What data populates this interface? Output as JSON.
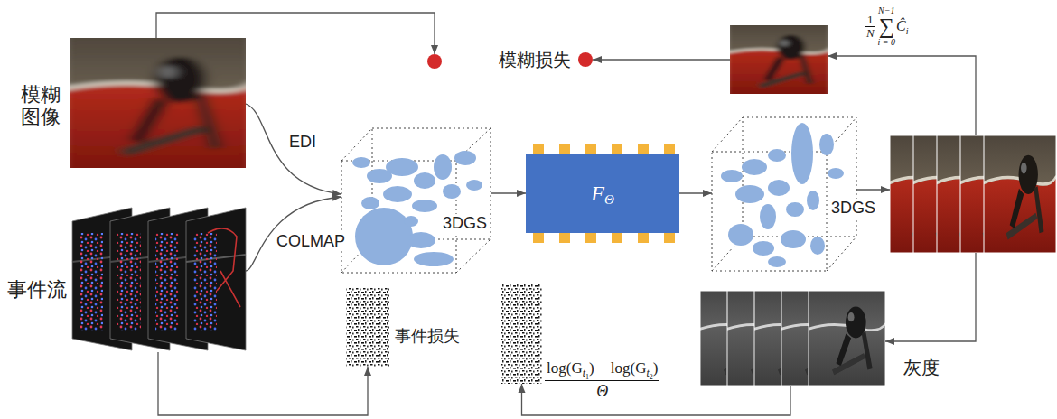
{
  "diagram": {
    "nodes": [
      {
        "text": [
          "模糊 图像"
        ]
      },
      {
        "text": [
          "事件流"
        ]
      },
      {
        "text": [
          "3DGS"
        ]
      },
      {
        "text": [
          "F",
          "Θ"
        ]
      },
      {
        "text": [
          "3DGS"
        ]
      },
      {
        "text": []
      },
      {
        "text": [
          "1",
          "N",
          "N−1",
          "∑",
          "i = 0",
          "Ĉ",
          "i"
        ]
      },
      {
        "text": []
      },
      {
        "text": [
          "模糊损失"
        ]
      },
      {
        "text": [
          "灰度"
        ]
      },
      {
        "text": [
          "事件损失"
        ]
      },
      {
        "text": [
          "log(G",
          "t",
          "1",
          ") − log(G",
          "t",
          "2",
          ")",
          "Θ"
        ]
      }
    ],
    "edges": [
      {
        "from": 0,
        "to": 2,
        "arrow": "to",
        "label": "EDI"
      },
      {
        "from": 1,
        "to": 2,
        "arrow": "to",
        "label": "COLMAP"
      },
      {
        "from": 2,
        "to": 3,
        "arrow": "to"
      },
      {
        "from": 3,
        "to": 4,
        "arrow": "to"
      },
      {
        "from": 4,
        "to": 5,
        "arrow": "to"
      },
      {
        "from": 5,
        "to": 6,
        "arrow": "to"
      },
      {
        "from": 6,
        "to": 8,
        "arrow": "to"
      },
      {
        "from": 0,
        "to": 7,
        "arrow": "to"
      },
      {
        "from": 5,
        "to": 9,
        "arrow": "to"
      },
      {
        "from": 9,
        "to": 11,
        "arrow": "to"
      },
      {
        "from": 1,
        "to": 10,
        "arrow": "to"
      }
    ]
  }
}
